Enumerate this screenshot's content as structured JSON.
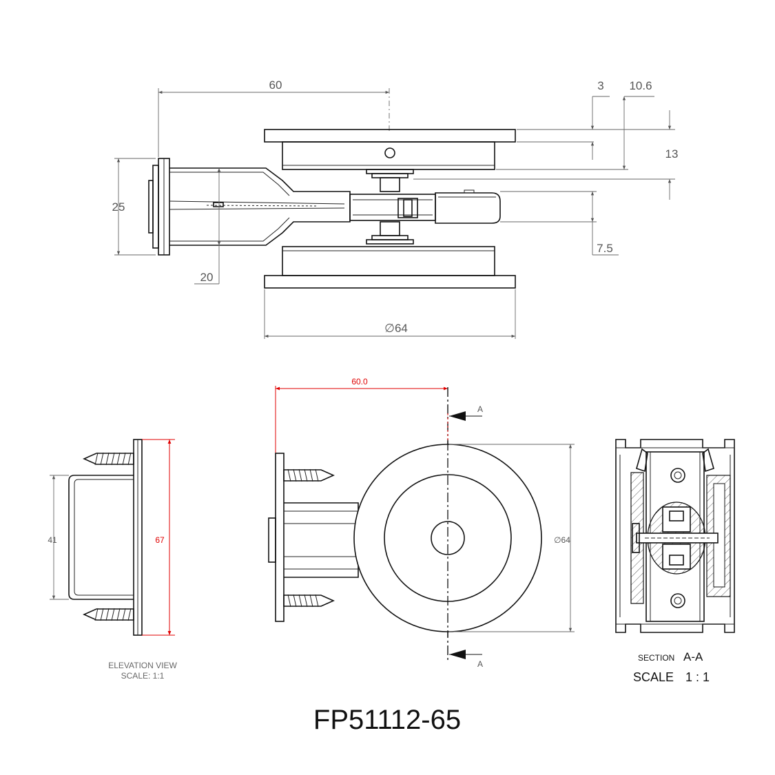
{
  "top_view": {
    "dims": {
      "width_60": "60",
      "d3": "3",
      "d10_6": "10.6",
      "d13": "13",
      "d25": "25",
      "d7_5": "7.5",
      "d20": "20",
      "dia64": "∅64"
    }
  },
  "elevation_view": {
    "dims": {
      "d41": "41",
      "d67": "67"
    },
    "caption_line1": "ELEVATION VIEW",
    "caption_line2": "SCALE: 1:1"
  },
  "front_view": {
    "dims": {
      "d60_0": "60.0",
      "dia64": "∅64"
    },
    "section_marker_top": "A",
    "section_marker_bottom": "A"
  },
  "section_view": {
    "caption_small": "SECTION",
    "caption_id": "A-A",
    "scale_label": "SCALE",
    "scale_value": "1 : 1"
  },
  "part_number": "FP51112-65",
  "colors": {
    "line": "#111111",
    "dimension": "#555555",
    "highlight": "#e00000"
  }
}
